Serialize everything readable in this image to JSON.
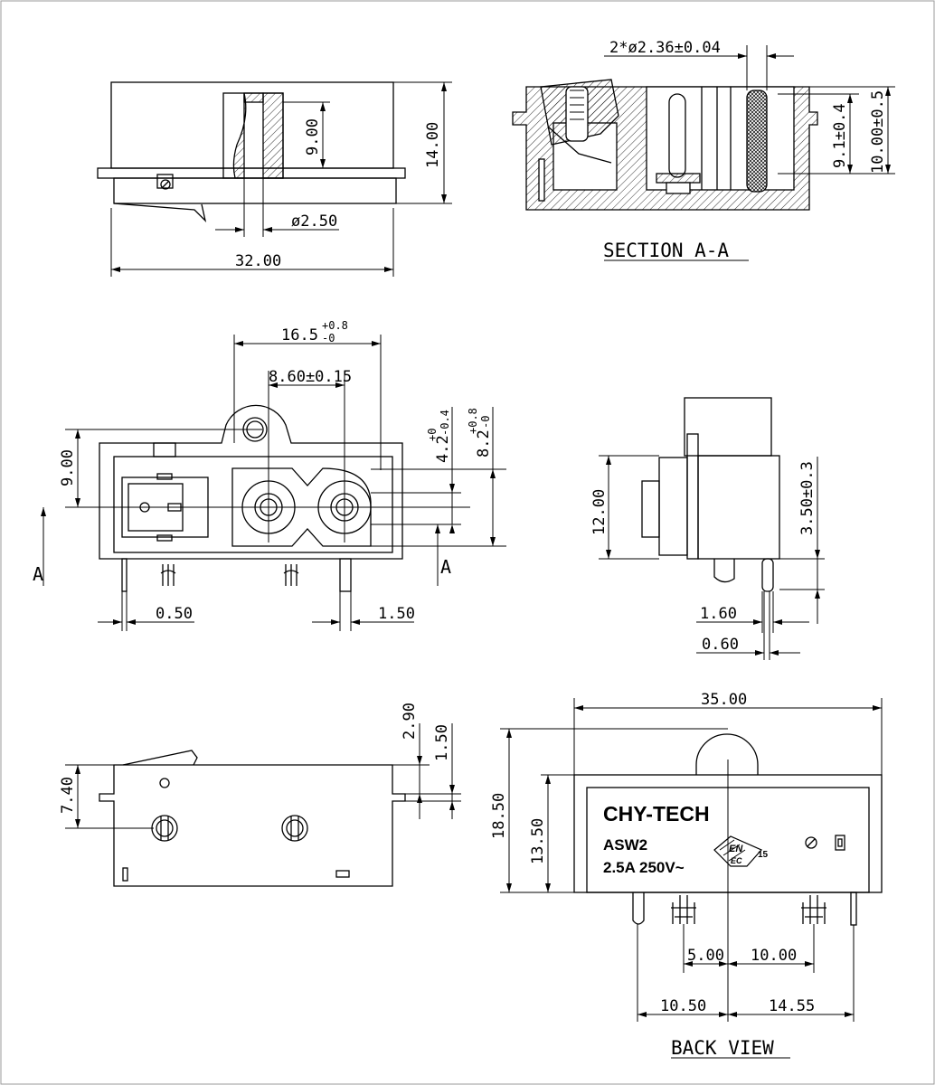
{
  "views": {
    "section_title": "SECTION A-A",
    "back_title": "BACK VIEW",
    "section_mark_left": "A",
    "section_mark_right": "A"
  },
  "dims": {
    "top_width": "32.00",
    "top_height": "14.00",
    "top_slot": "9.00",
    "top_dia": "ø2.50",
    "sec_dia": "2*ø2.36±0.04",
    "sec_h1": "9.1±0.4",
    "sec_h2": "10.00±0.5",
    "front_width": "16.5",
    "front_width_tol_up": "+0.8",
    "front_width_tol_dn": "-0",
    "front_pitch": "8.60±0.15",
    "front_h9": "9.00",
    "front_h42": "4.2",
    "front_h42_tol_up": "+0",
    "front_h42_tol_dn": "-0.4",
    "front_h82": "8.2",
    "front_h82_tol_up": "+0.8",
    "front_h82_tol_dn": "-0",
    "front_050": "0.50",
    "front_150": "1.50",
    "side_1200": "12.00",
    "side_350": "3.50±0.3",
    "side_160": "1.60",
    "side_060": "0.60",
    "bl_290": "2.90",
    "bl_150": "1.50",
    "bl_740": "7.40",
    "back_3500": "35.00",
    "back_1850": "18.50",
    "back_1350": "13.50",
    "back_500": "5.00",
    "back_1000": "10.00",
    "back_1050": "10.50",
    "back_1455": "14.55"
  },
  "label": {
    "brand": "CHY-TECH",
    "model": "ASW2",
    "rating": "2.5A 250V~",
    "cert": "EN",
    "cert_sub": "EC",
    "cert_num": "15"
  }
}
